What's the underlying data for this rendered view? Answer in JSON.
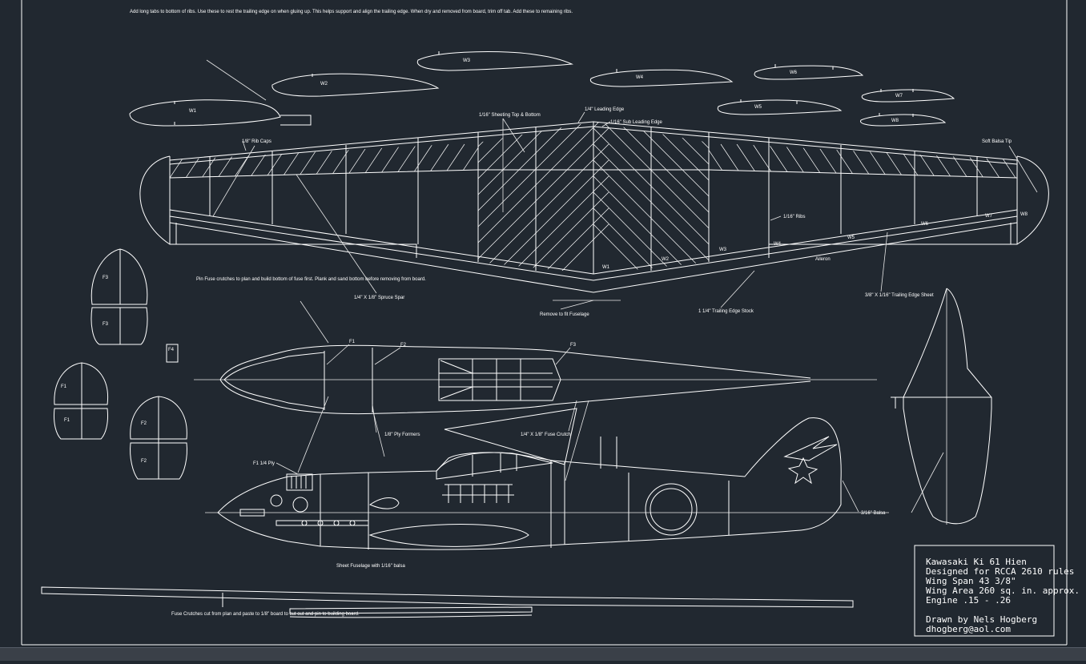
{
  "notes": {
    "top": "Add long tabs to bottom of ribs.  Use these to rest the trailing edge on when gluing up. This helps support and align the trailing edge.  When dry and removed from board, trim off tab.  Add these to remaining ribs.",
    "pin_fuse": "Pin Fuse crutches to plan and build bottom of fuse first.  Plank and sand bottom before removing from board.",
    "crutches": "Fuse Crutches cut from plan and paste to 1/8\" board to cut out and pin to building board."
  },
  "ribs": [
    "W1",
    "W2",
    "W3",
    "W4",
    "W5",
    "W6",
    "W7",
    "W8"
  ],
  "wing_labels": {
    "sheeting": "1/16\" Sheeting Top & Bottom",
    "leading_edge": "1/4\" Leading Edge",
    "sub_leading_edge": "1/16\" Sub Leading Edge",
    "rib_caps": "1/8\" Rib Caps",
    "soft_balsa_tip": "Soft Balsa Tip",
    "ribs": "1/16\" Ribs",
    "aileron": "Aileron",
    "spar": "1/4\" X 1/8\" Spruce Spar",
    "remove": "Remove to fit Fuselage",
    "te_stock": "1 1/4\" Trailing Edge Stock",
    "te_sheet": "3/8\" X  1/16\" Trailing Edge Sheet"
  },
  "formers": {
    "F1": "F1",
    "F2": "F2",
    "F3": "F3",
    "ply_formers": "1/8\" Ply Formers",
    "fuse_crutch": "1/4\" X 1/8\" Fuse Crutch",
    "f1_ply": "F1 1/4 Ply",
    "sheet_fuselage": "Sheet Fuselage with 1/16\" balsa",
    "tail_balsa": "3/16\" Balsa"
  },
  "title_block": {
    "line1": "Kawasaki Ki 61 Hien",
    "line2": "Designed for RCCA 2610 rules",
    "line3": "Wing Span  43 3/8\"",
    "line4": "Wing Area 260 sq. in. approx.",
    "line5": "Engine      .15 - .26",
    "line6": "Drawn by Nels Hogberg",
    "line7": "dhogberg@aol.com"
  }
}
